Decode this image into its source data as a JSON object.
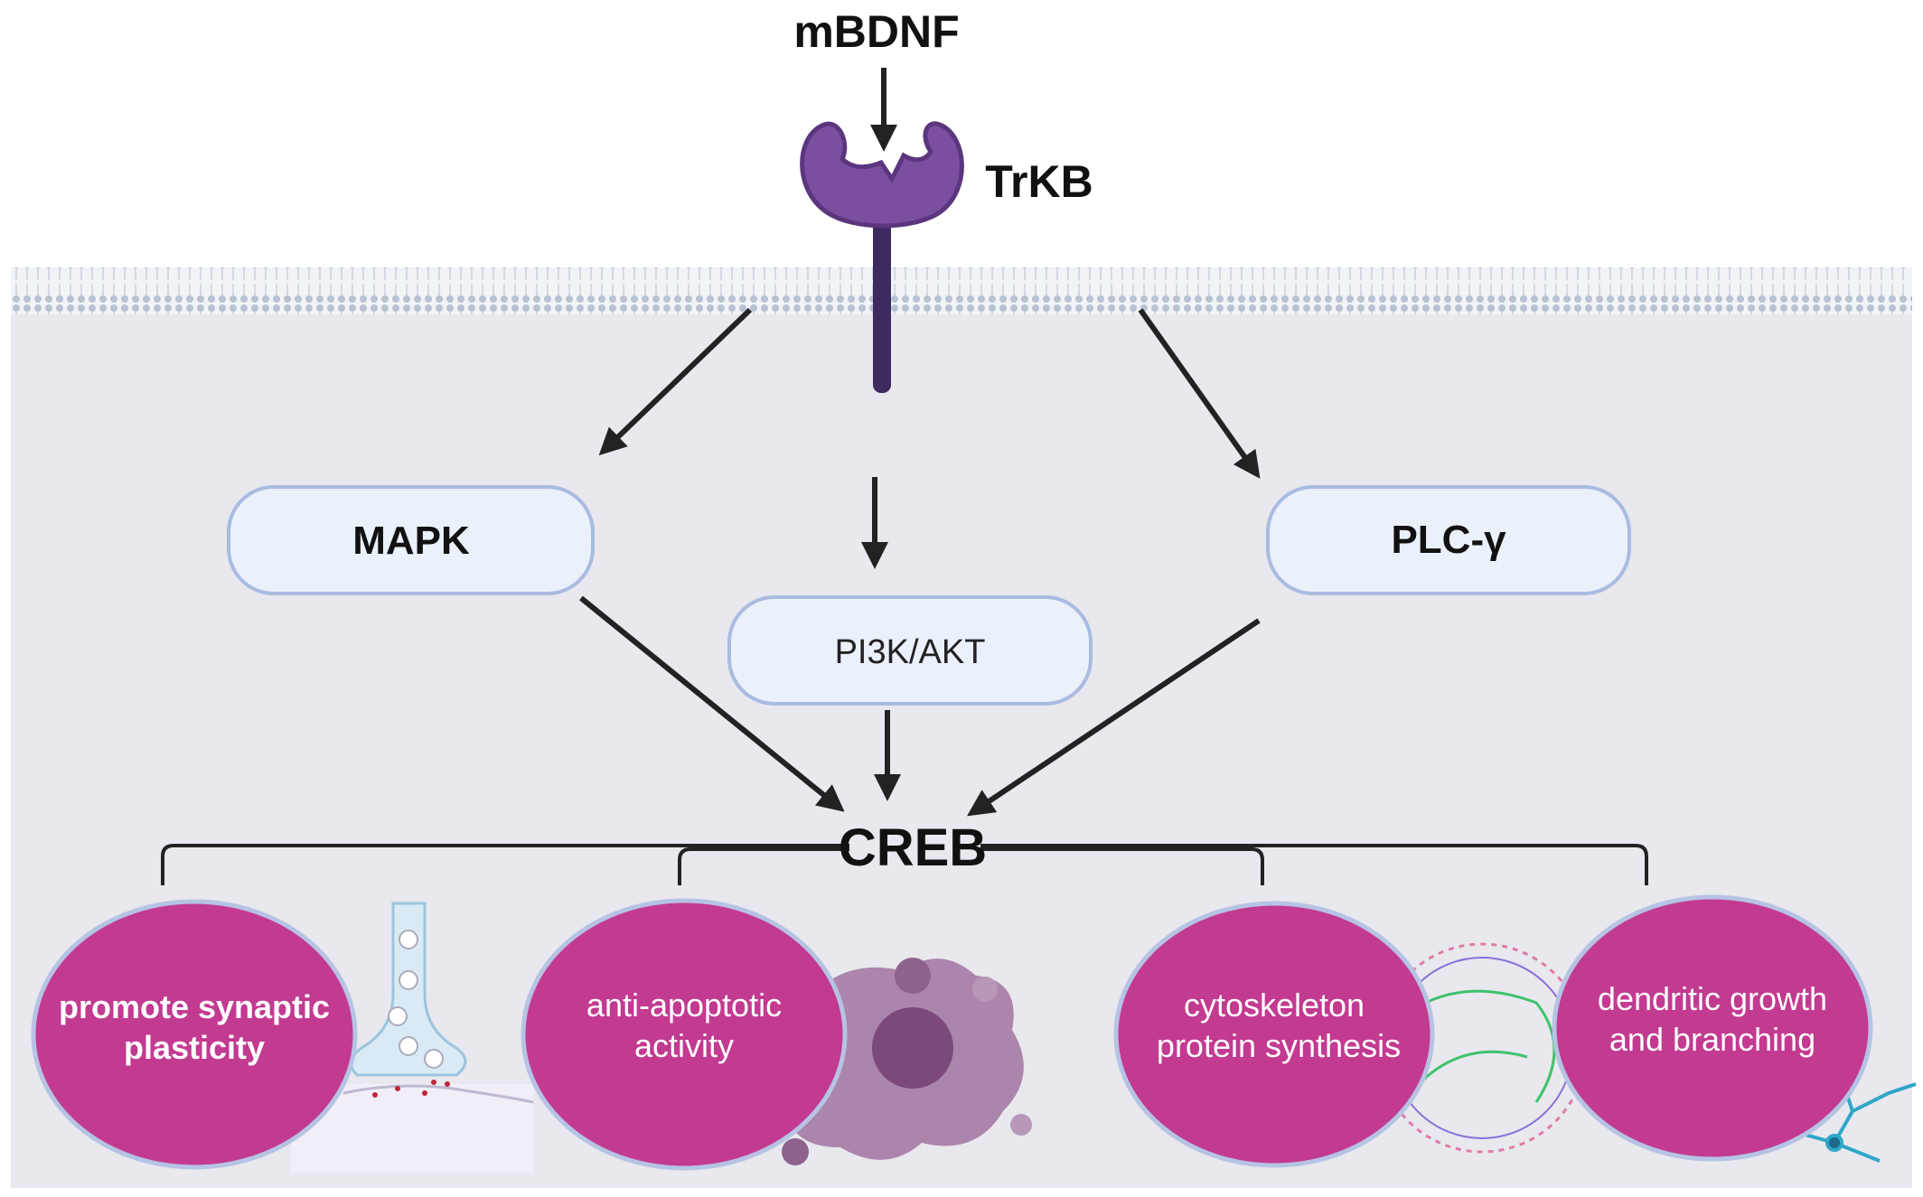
{
  "ligand": {
    "label": "mBDNF"
  },
  "receptor": {
    "label": "TrKB"
  },
  "pathways": [
    {
      "id": "mapk",
      "label": "MAPK"
    },
    {
      "id": "pi3k",
      "label": "PI3K/AKT"
    },
    {
      "id": "plc",
      "label": "PLC-γ"
    }
  ],
  "hub": {
    "label": "CREB"
  },
  "outcomes": [
    {
      "id": "synaptic",
      "line1": "promote synaptic",
      "line2": "plasticity"
    },
    {
      "id": "apoptotic",
      "line1": "anti-apoptotic",
      "line2": "activity"
    },
    {
      "id": "cytoskeleton",
      "line1": "cytoskeleton",
      "line2": "protein synthesis"
    },
    {
      "id": "dendritic",
      "line1": "dendritic growth",
      "line2": "and branching"
    }
  ],
  "colors": {
    "receptor": "#7b4fa0",
    "receptor_stem": "#3d2a5e",
    "box_fill": "#eaf1fb",
    "box_stroke": "#a9bbe0",
    "cell_bg": "#e8e8ee",
    "circle_fill": "#c33a91",
    "circle_stroke": "#b6c3e3",
    "arrow": "#222222"
  }
}
